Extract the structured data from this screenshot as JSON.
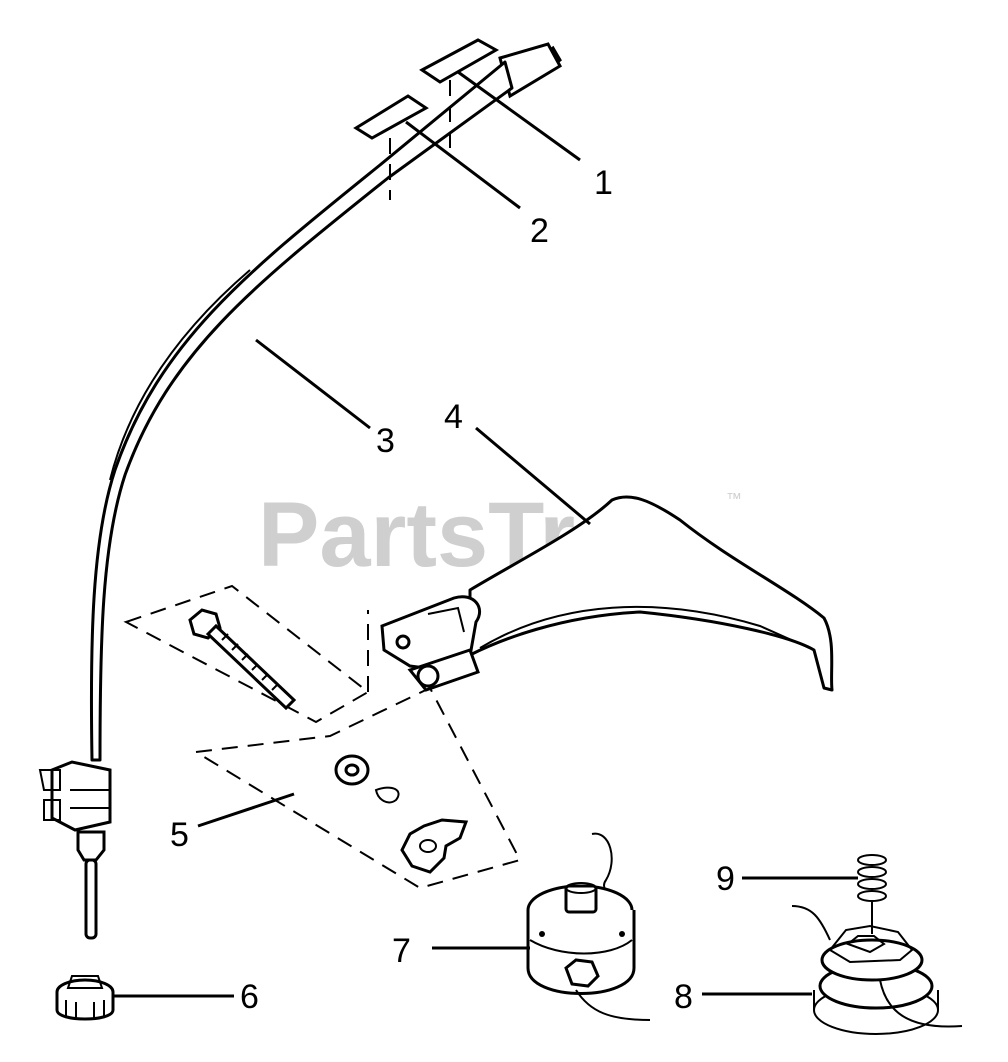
{
  "watermark": {
    "text": "PartsTree",
    "trademark": "™"
  },
  "callouts": [
    "1",
    "2",
    "3",
    "4",
    "5",
    "6",
    "7",
    "8",
    "9"
  ]
}
